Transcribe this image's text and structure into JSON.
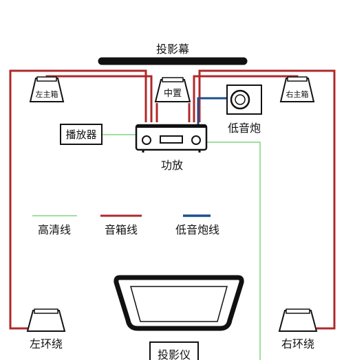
{
  "labels": {
    "screen": "投影幕",
    "left_main": "左主箱",
    "center": "中置",
    "right_main": "右主箱",
    "player": "播放器",
    "subwoofer": "低音炮",
    "amplifier": "功放",
    "left_surround": "左环绕",
    "right_surround": "右环绕",
    "projector": "投影仪"
  },
  "legend": [
    {
      "label": "高清线",
      "color": "#7fd67f"
    },
    {
      "label": "音箱线",
      "color": "#b0282a"
    },
    {
      "label": "低音炮线",
      "color": "#1f4e8c"
    }
  ],
  "colors": {
    "hd_line": "#7fd67f",
    "speaker_line": "#b0282a",
    "sub_line": "#1f4e8c",
    "device_stroke": "#111111"
  }
}
